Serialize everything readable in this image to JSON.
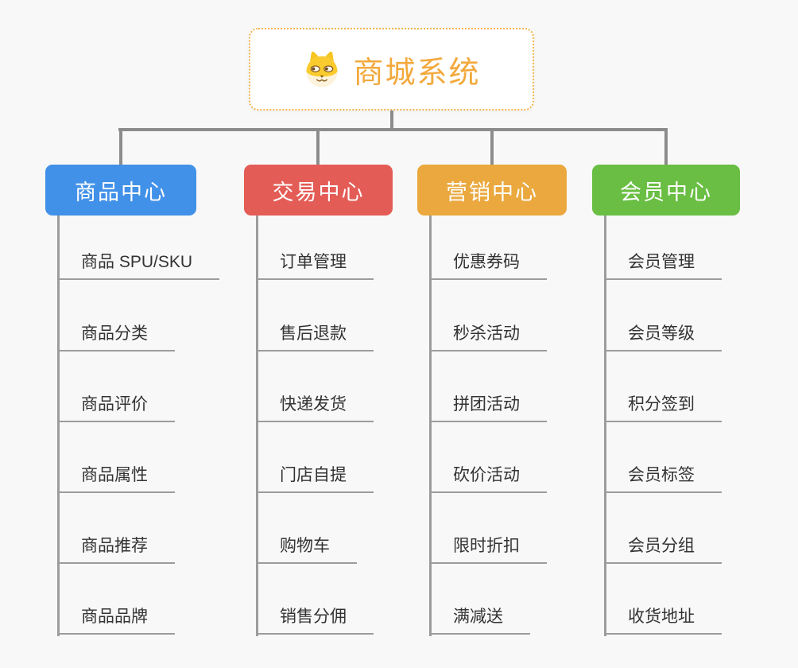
{
  "root": {
    "label": "商城系统",
    "icon": "shiba-dog-icon",
    "text_color": "#f2a93c",
    "border_color": "#f3b44c"
  },
  "connector_color": "#8c8c8c",
  "leaf_line_color": "#9c9c9c",
  "background_color": "#f8f8f8",
  "branches": [
    {
      "label": "商品中心",
      "color": "#4291e8",
      "children": [
        "商品 SPU/SKU",
        "商品分类",
        "商品评价",
        "商品属性",
        "商品推荐",
        "商品品牌"
      ]
    },
    {
      "label": "交易中心",
      "color": "#e45c56",
      "children": [
        "订单管理",
        "售后退款",
        "快递发货",
        "门店自提",
        "购物车",
        "销售分佣"
      ]
    },
    {
      "label": "营销中心",
      "color": "#eaa83e",
      "children": [
        "优惠券码",
        "秒杀活动",
        "拼团活动",
        "砍价活动",
        "限时折扣",
        "满减送"
      ]
    },
    {
      "label": "会员中心",
      "color": "#69be43",
      "children": [
        "会员管理",
        "会员等级",
        "积分签到",
        "会员标签",
        "会员分组",
        "收货地址"
      ]
    }
  ]
}
